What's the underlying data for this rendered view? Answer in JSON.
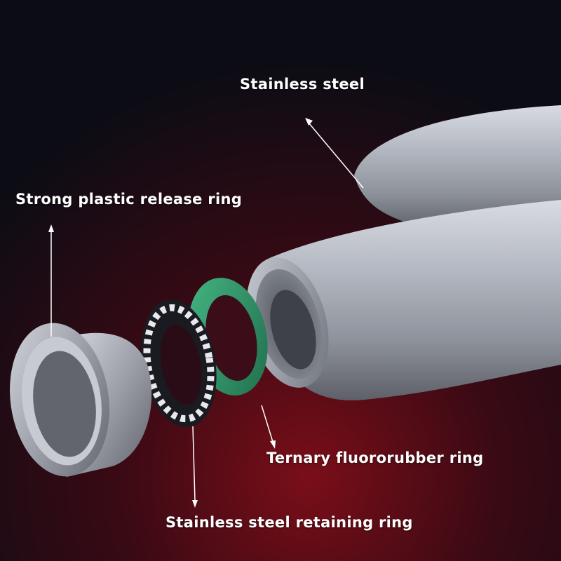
{
  "labels": {
    "stainless_steel": "Stainless steel",
    "release_ring": "Strong plastic release ring",
    "fluororubber_ring": "Ternary fluororubber ring",
    "retaining_ring": "Stainless steel retaining ring"
  },
  "colors": {
    "background_dark": "#0b0c14",
    "background_red": "#7a0e18",
    "steel": "#a9adb6",
    "o_ring_green": "#2e8a62",
    "label_text": "#ffffff",
    "arrow": "#ffffff"
  },
  "icons": {
    "arrow": "thin-white-arrow"
  }
}
